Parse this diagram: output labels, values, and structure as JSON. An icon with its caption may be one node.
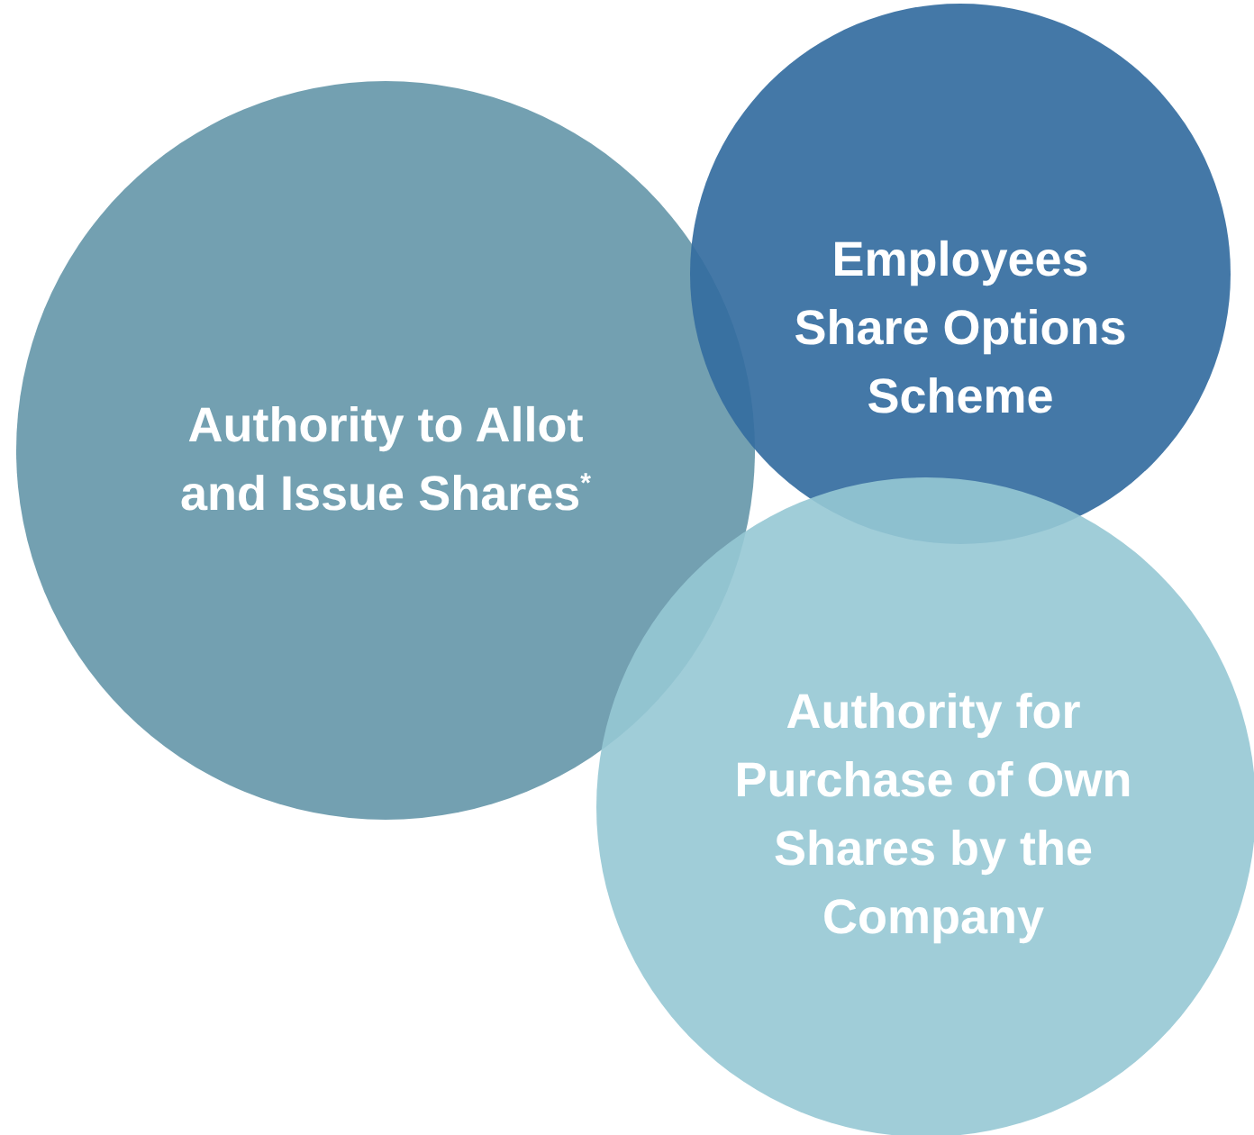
{
  "diagram": {
    "nodes": [
      {
        "text": [
          "Authority to Allot and Issue Shares$^{*}$"
        ]
      },
      {
        "text": [
          "Employees Share Options Scheme"
        ]
      },
      {
        "text": [
          "Authority for Purchase of Own Shares by the Company"
        ]
      }
    ]
  }
}
